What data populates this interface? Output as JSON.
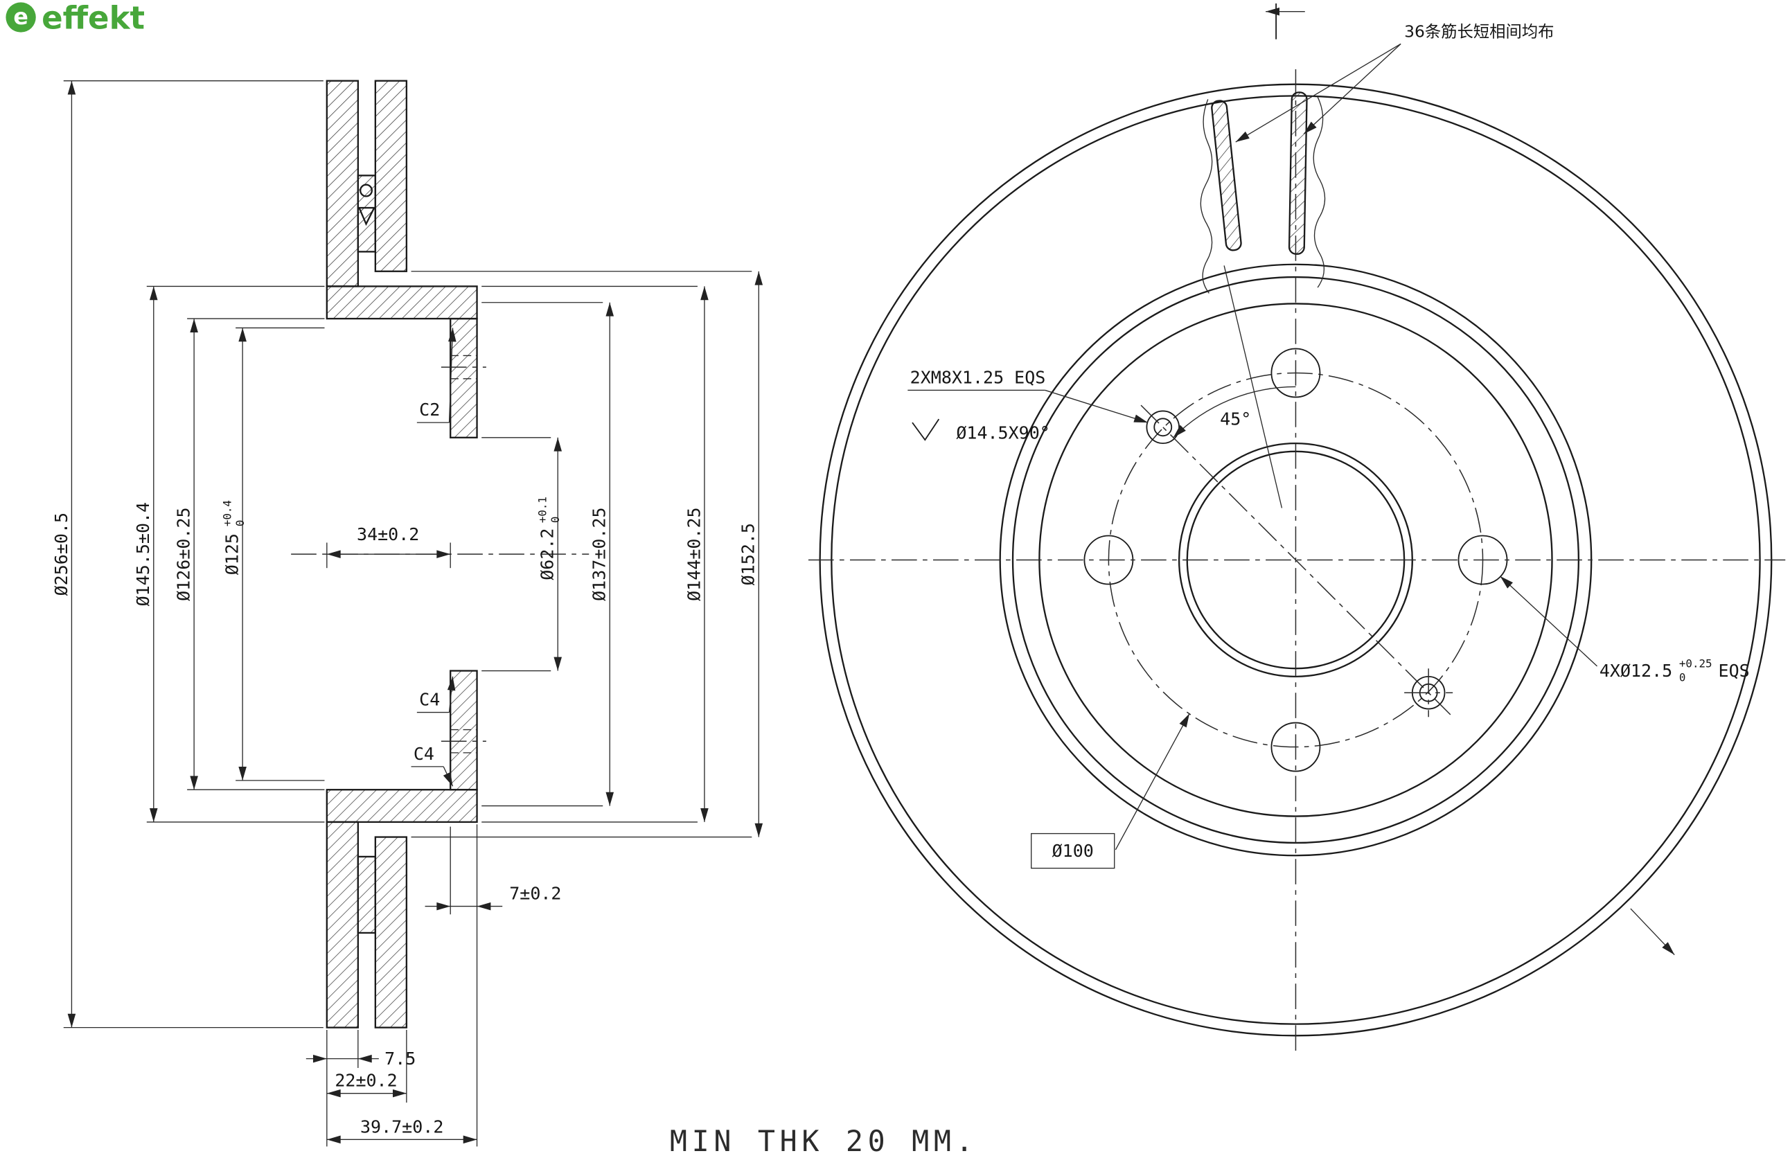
{
  "logo": {
    "brand": "effekt",
    "icon_letter": "e",
    "brand_color": "#47a73a"
  },
  "section_view": {
    "dim_d256": "Ø256±0.5",
    "dim_d145_5": "Ø145.5±0.4",
    "dim_d126": "Ø126±0.25",
    "dim_d125": "Ø125",
    "dim_d125_tol_up": "+0.4",
    "dim_d125_tol_dn": "0",
    "dim_w34": "34±0.2",
    "dim_d62_2": "Ø62.2",
    "dim_d62_2_tol_up": "+0.1",
    "dim_d62_2_tol_dn": "0",
    "dim_d137": "Ø137±0.25",
    "dim_d144": "Ø144±0.25",
    "dim_d152_5": "Ø152.5",
    "chamfer_c2": "C2",
    "chamfer_c4_a": "C4",
    "chamfer_c4_b": "C4",
    "dim_w7": "7±0.2",
    "dim_w7_5": "7.5",
    "dim_w22": "22±0.2",
    "dim_w39_7": "39.7±0.2"
  },
  "front_view": {
    "note_ribs": "36条筋长短相间均布",
    "note_thread": "2XM8X1.25 EQS",
    "note_countersink": "Ø14.5X90°",
    "note_angle": "45°",
    "note_bolt_holes": "4XØ12.5",
    "note_bolt_holes_tol_up": "+0.25",
    "note_bolt_holes_tol_dn": "0",
    "note_bolt_holes_eqs": "EQS",
    "note_pcd": "Ø100"
  },
  "footer": {
    "min_thickness_note": "MIN THK 20 MM."
  }
}
